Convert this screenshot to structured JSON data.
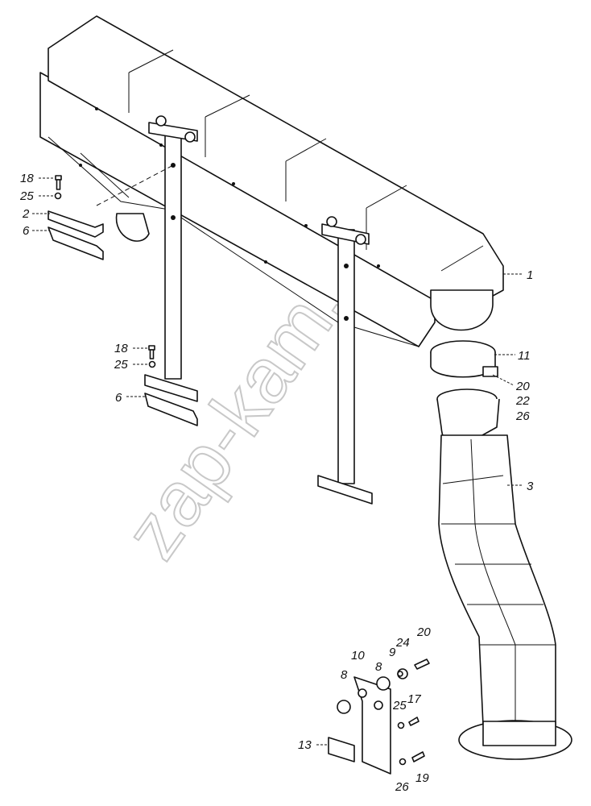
{
  "watermark": "zap-kam.ru",
  "callouts": [
    {
      "id": "c-1",
      "text": "1"
    },
    {
      "id": "c-2",
      "text": "2"
    },
    {
      "id": "c-3",
      "text": "3"
    },
    {
      "id": "c-6a",
      "text": "6"
    },
    {
      "id": "c-6b",
      "text": "6"
    },
    {
      "id": "c-8a",
      "text": "8"
    },
    {
      "id": "c-8b",
      "text": "8"
    },
    {
      "id": "c-9",
      "text": "9"
    },
    {
      "id": "c-10",
      "text": "10"
    },
    {
      "id": "c-11",
      "text": "11"
    },
    {
      "id": "c-13",
      "text": "13"
    },
    {
      "id": "c-17",
      "text": "17"
    },
    {
      "id": "c-18a",
      "text": "18"
    },
    {
      "id": "c-18b",
      "text": "18"
    },
    {
      "id": "c-19",
      "text": "19"
    },
    {
      "id": "c-20a",
      "text": "20"
    },
    {
      "id": "c-20b",
      "text": "20"
    },
    {
      "id": "c-22",
      "text": "22"
    },
    {
      "id": "c-24",
      "text": "24"
    },
    {
      "id": "c-25a",
      "text": "25"
    },
    {
      "id": "c-25b",
      "text": "25"
    },
    {
      "id": "c-25c",
      "text": "25"
    },
    {
      "id": "c-26a",
      "text": "26"
    },
    {
      "id": "c-26b",
      "text": "26"
    }
  ]
}
